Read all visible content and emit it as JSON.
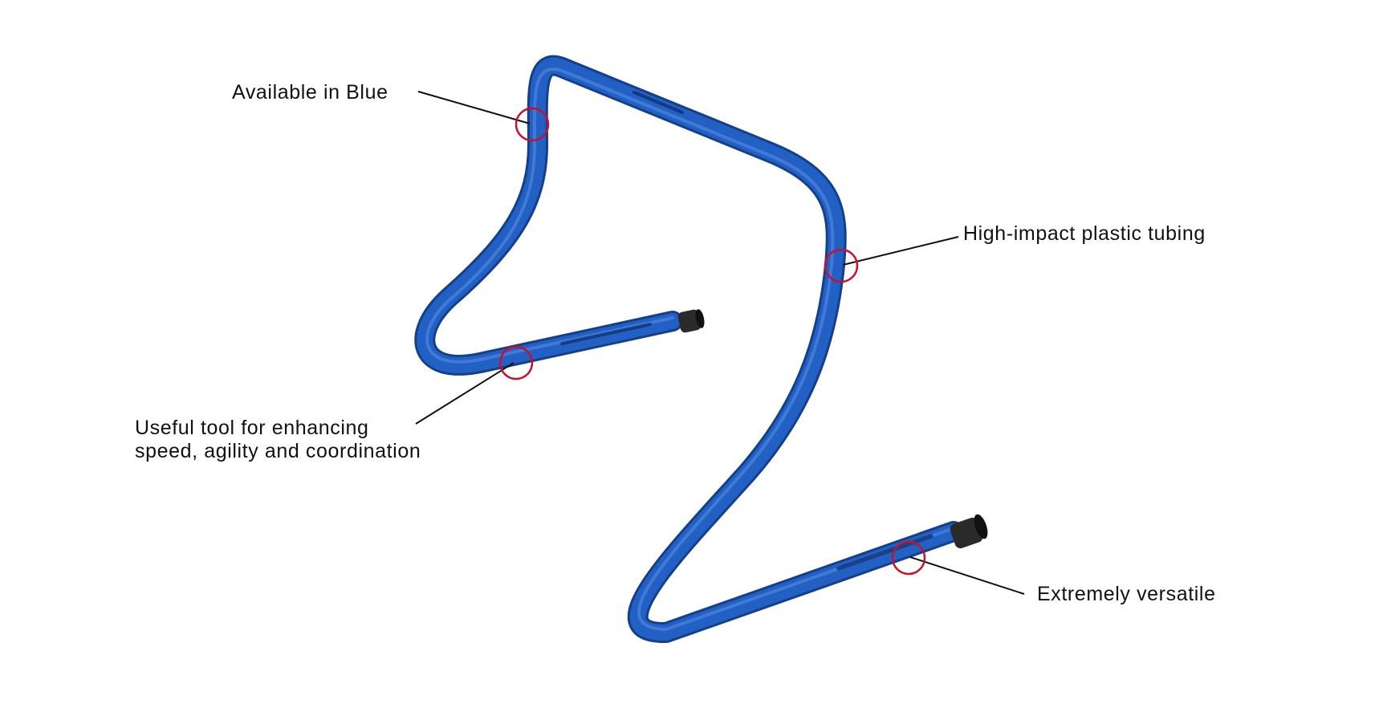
{
  "callouts": {
    "available_in_blue": {
      "lines": [
        "Available in Blue"
      ]
    },
    "useful_tool": {
      "lines": [
        "Useful tool for enhancing",
        "speed, agility and coordination"
      ]
    },
    "plastic_tubing": {
      "lines": [
        "High-impact plastic tubing"
      ]
    },
    "versatile": {
      "lines": [
        "Extremely versatile"
      ]
    }
  },
  "colors": {
    "tube": "#1f55b8",
    "tube_shadow": "#143f8c",
    "tube_highlight": "#5a8fe6",
    "end_cap": "#2a2a2a",
    "marker_ring": "#c8102e",
    "leader_line": "#111111"
  }
}
